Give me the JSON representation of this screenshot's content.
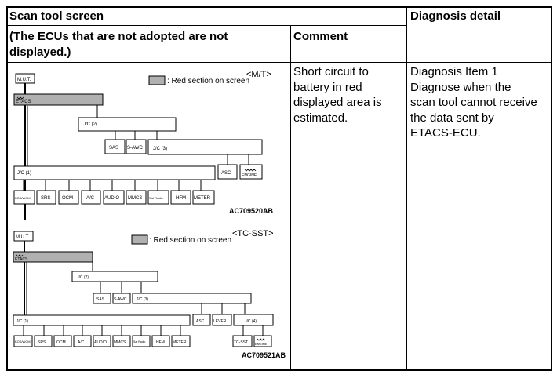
{
  "table": {
    "header_scan": "Scan tool screen",
    "header_diag": "Diagnosis detail",
    "subheader_ecu_line1": "(The ECUs that are not adopted are not",
    "subheader_ecu_line2": "displayed.)",
    "subheader_comment": "Comment",
    "comment_line1": "Short circuit to",
    "comment_line2": "battery in red",
    "comment_line3": "displayed area is",
    "comment_line4": "estimated.",
    "diag_line1": "Diagnosis Item 1",
    "diag_line2": "Diagnose when the",
    "diag_line3": "scan tool cannot receive",
    "diag_line4": "the data sent by",
    "diag_line5": "ETACS-ECU."
  },
  "diagram_mt": {
    "variant": "<M/T>",
    "legend": ": Red section on screen",
    "mut": "M.U.T.",
    "etacs": "ETACS",
    "jc2": "J/C (2)",
    "sas": "SAS",
    "sawc": "S-AWC",
    "jc3": "J/C (3)",
    "jc1": "J/C (1)",
    "asc": "ASC",
    "engine": "ENGINE",
    "kos": "KOS/WCM",
    "srs": "SRS",
    "ocm": "OCM",
    "ac": "A/C",
    "audio": "AUDIO",
    "mmcs": "MMCS",
    "satradio": "Sat Radio",
    "hfm": "HFM",
    "meter": "METER",
    "code": "AC709520AB"
  },
  "diagram_tc": {
    "variant": "<TC-SST>",
    "legend": ": Red section on screen",
    "mut": "M.U.T.",
    "etacs": "ETACS",
    "jc2": "J/C (2)",
    "sas": "SAS",
    "sawc": "S-AWC",
    "jc3": "J/C (3)",
    "jc1": "J/C (1)",
    "asc": "ASC",
    "lever": "LEVER",
    "jc4": "J/C (4)",
    "kos": "KOS/WCM",
    "srs": "SRS",
    "ocm": "OCM",
    "ac": "A/C",
    "audio": "AUDIO",
    "mmcs": "MMCS",
    "satradio": "Sat Radio",
    "hfm": "HFM",
    "meter": "METER",
    "tcsst": "TC-SST",
    "engine": "ENGINE",
    "code": "AC709521AB"
  },
  "colors": {
    "red_section": "#b0b0b0",
    "line": "#000000",
    "wire": "#555555"
  },
  "icons": {
    "engine": "engine-waveform-icon",
    "etacs": "etacs-waveform-icon"
  }
}
